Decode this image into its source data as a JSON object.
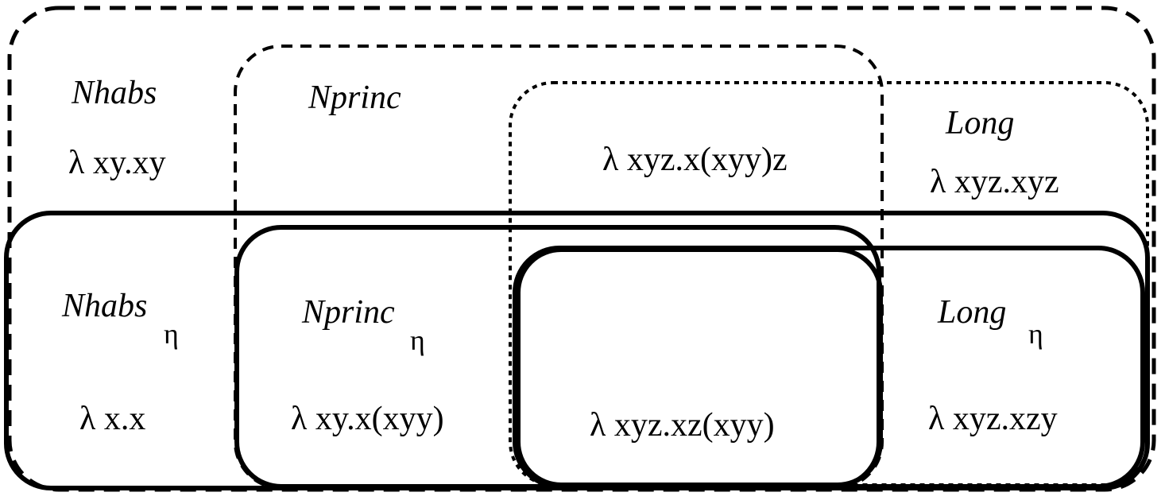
{
  "sets": {
    "nhabs": {
      "name": "Nhabs",
      "term": "λ xy.xy"
    },
    "nprinc": {
      "name": "Nprinc"
    },
    "long": {
      "name": "Long",
      "term": "λ xyz.xyz"
    },
    "inner_term": "λ xyz.x(xyy)z"
  },
  "eta_sets": {
    "eta_symbol": "η",
    "nhabs_eta": {
      "name": "Nhabs",
      "term": "λ x.x"
    },
    "nprinc_eta": {
      "name": "Nprinc",
      "term": "λ xy.x(xyy)"
    },
    "intersection_term": "λ xyz.xz(xyy)",
    "long_eta": {
      "name": "Long",
      "term": "λ xyz.xzy"
    }
  }
}
